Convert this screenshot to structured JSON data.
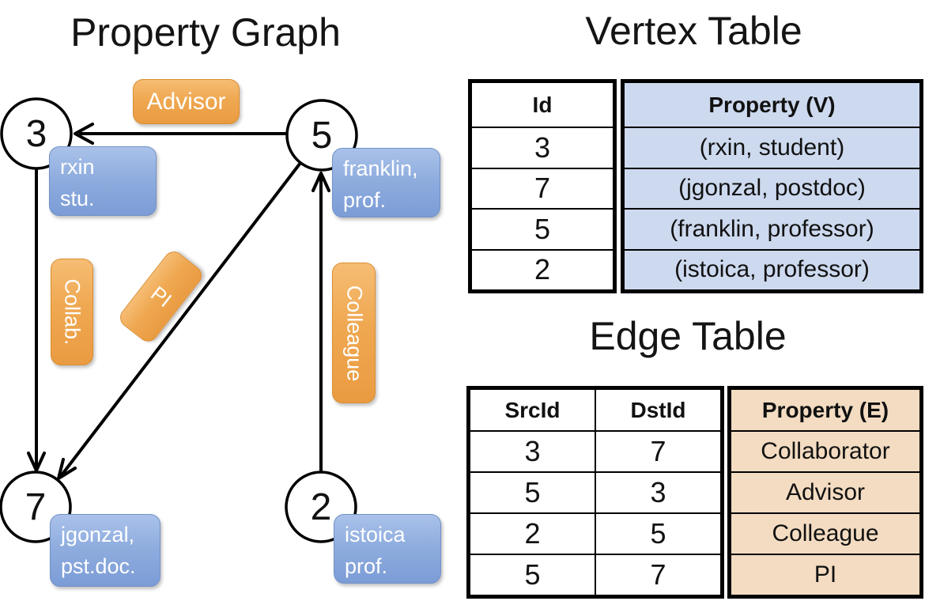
{
  "graph": {
    "title": "Property Graph",
    "vertices": [
      {
        "id": "3",
        "label_line1": "rxin",
        "label_line2": "stu."
      },
      {
        "id": "5",
        "label_line1": "franklin,",
        "label_line2": "prof."
      },
      {
        "id": "7",
        "label_line1": "jgonzal,",
        "label_line2": "pst.doc."
      },
      {
        "id": "2",
        "label_line1": "istoica",
        "label_line2": "prof."
      }
    ],
    "edge_labels": {
      "advisor": "Advisor",
      "collab": "Collab.",
      "pi": "PI",
      "colleague": "Colleague"
    }
  },
  "vertex_table": {
    "title": "Vertex Table",
    "headers": {
      "id": "Id",
      "property": "Property (V)"
    },
    "rows": [
      {
        "id": "3",
        "property": "(rxin, student)"
      },
      {
        "id": "7",
        "property": "(jgonzal, postdoc)"
      },
      {
        "id": "5",
        "property": "(franklin, professor)"
      },
      {
        "id": "2",
        "property": "(istoica, professor)"
      }
    ]
  },
  "edge_table": {
    "title": "Edge Table",
    "headers": {
      "src": "SrcId",
      "dst": "DstId",
      "property": "Property (E)"
    },
    "rows": [
      {
        "src": "3",
        "dst": "7",
        "property": "Collaborator"
      },
      {
        "src": "5",
        "dst": "3",
        "property": "Advisor"
      },
      {
        "src": "2",
        "dst": "5",
        "property": "Colleague"
      },
      {
        "src": "5",
        "dst": "7",
        "property": "PI"
      }
    ]
  },
  "colors": {
    "edge_label_orange": "#efa851",
    "edge_label_border": "#db8e33",
    "vertex_box_blue": "#8fadde",
    "vertex_box_border": "#7191c7",
    "vertex_table_cell_bg": "#cdd9ee",
    "edge_table_cell_bg": "#f3dcc1",
    "line_black": "#000000"
  }
}
